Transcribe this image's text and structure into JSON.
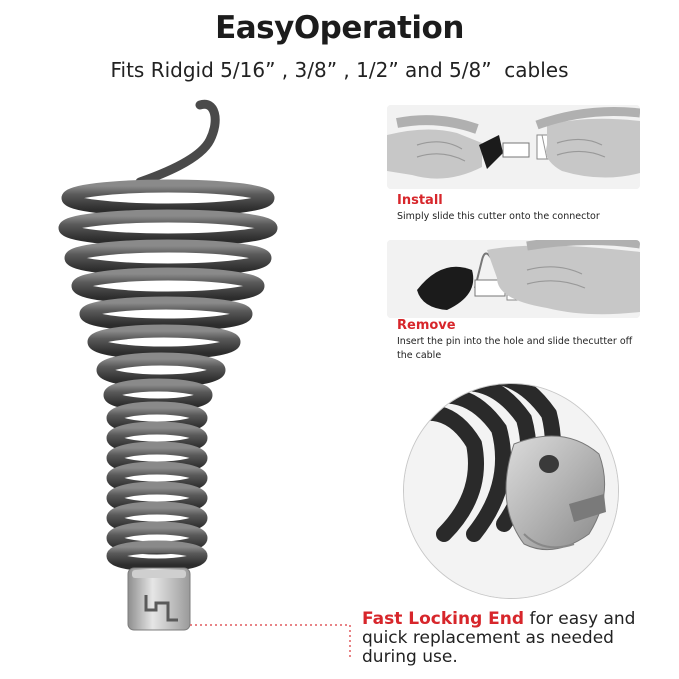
{
  "header": {
    "title": "EasyOperation",
    "subtitle": "Fits Ridgid 5/16” , 3/8” , 1/2” and 5/8”  cables"
  },
  "install": {
    "heading": "Install",
    "description": "Simply slide this cutter onto the connector"
  },
  "remove": {
    "heading": "Remove",
    "description": "Insert the pin into the hole and slide thecutter off the cable"
  },
  "callout": {
    "highlight": "Fast Locking End",
    "rest": " for easy and quick replacement as needed during use."
  },
  "colors": {
    "accent": "#d7262b",
    "spring": "#4a4a4a",
    "metal": "#b9b9b9"
  }
}
